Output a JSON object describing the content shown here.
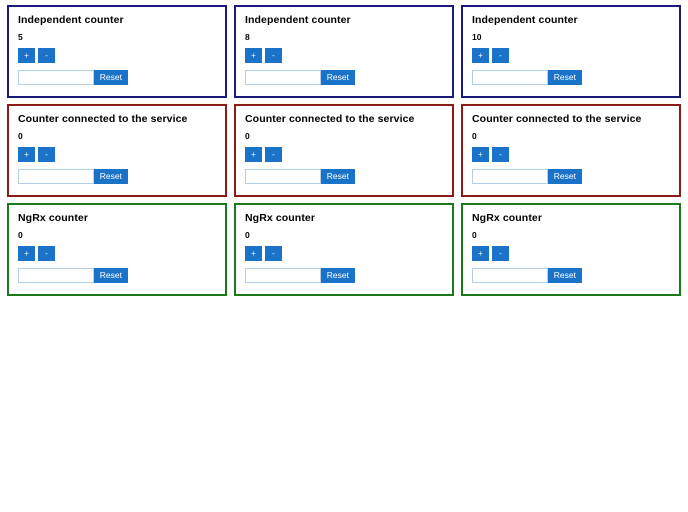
{
  "page": {
    "background_color": "#ffffff",
    "accent_color": "#1a73c8",
    "input_border_color": "#b6cfe8"
  },
  "variants": {
    "independent": {
      "border_color": "#1a1a7a"
    },
    "service": {
      "border_color": "#8b1a1a"
    },
    "ngrx": {
      "border_color": "#1b7a1b"
    }
  },
  "controls": {
    "increment_label": "+",
    "decrement_label": "-",
    "reset_label": "Reset",
    "reset_input_value": "",
    "reset_input_placeholder": ""
  },
  "cards": [
    {
      "title": "Independent counter",
      "value": "5",
      "variant": "independent",
      "increment_label": "+",
      "decrement_label": "-",
      "reset_label": "Reset",
      "reset_input_value": ""
    },
    {
      "title": "Independent counter",
      "value": "8",
      "variant": "independent",
      "increment_label": "+",
      "decrement_label": "-",
      "reset_label": "Reset",
      "reset_input_value": ""
    },
    {
      "title": "Independent counter",
      "value": "10",
      "variant": "independent",
      "increment_label": "+",
      "decrement_label": "-",
      "reset_label": "Reset",
      "reset_input_value": ""
    },
    {
      "title": "Counter connected to the service",
      "value": "0",
      "variant": "service",
      "increment_label": "+",
      "decrement_label": "-",
      "reset_label": "Reset",
      "reset_input_value": ""
    },
    {
      "title": "Counter connected to the service",
      "value": "0",
      "variant": "service",
      "increment_label": "+",
      "decrement_label": "-",
      "reset_label": "Reset",
      "reset_input_value": ""
    },
    {
      "title": "Counter connected to the service",
      "value": "0",
      "variant": "service",
      "increment_label": "+",
      "decrement_label": "-",
      "reset_label": "Reset",
      "reset_input_value": ""
    },
    {
      "title": "NgRx counter",
      "value": "0",
      "variant": "ngrx",
      "increment_label": "+",
      "decrement_label": "-",
      "reset_label": "Reset",
      "reset_input_value": ""
    },
    {
      "title": "NgRx counter",
      "value": "0",
      "variant": "ngrx",
      "increment_label": "+",
      "decrement_label": "-",
      "reset_label": "Reset",
      "reset_input_value": ""
    },
    {
      "title": "NgRx counter",
      "value": "0",
      "variant": "ngrx",
      "increment_label": "+",
      "decrement_label": "-",
      "reset_label": "Reset",
      "reset_input_value": ""
    }
  ]
}
